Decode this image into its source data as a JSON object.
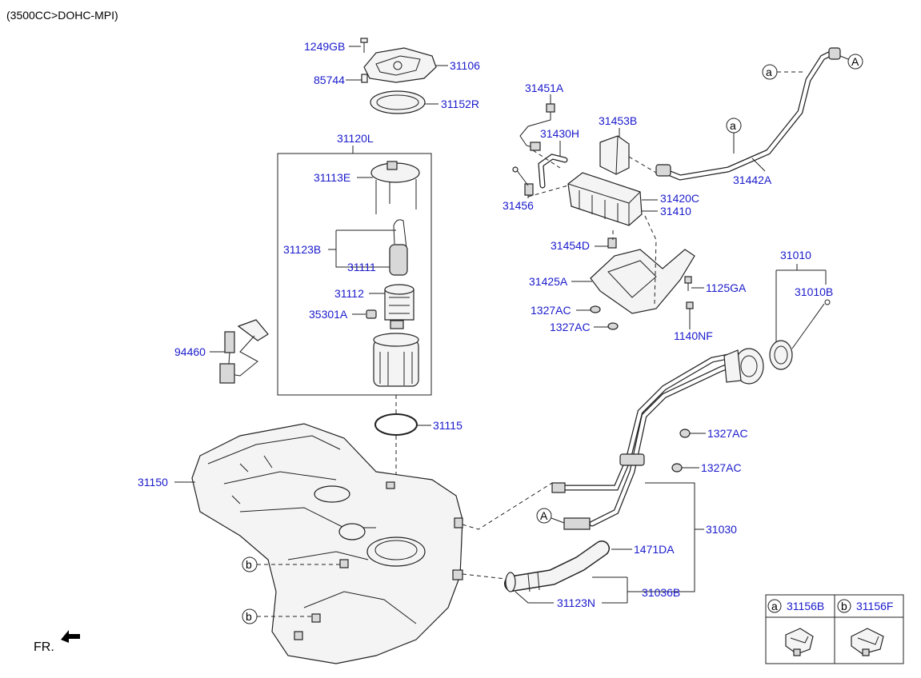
{
  "header": "(3500CC>DOHC-MPI)",
  "front_indicator": "FR.",
  "labels": {
    "p1249GB": "1249GB",
    "p85744": "85744",
    "p31106": "31106",
    "p31152R": "31152R",
    "p31120L": "31120L",
    "p31113E": "31113E",
    "p31123B": "31123B",
    "p31111": "31111",
    "p31112": "31112",
    "p35301A": "35301A",
    "p94460": "94460",
    "p31115": "31115",
    "p31150": "31150",
    "p31451A": "31451A",
    "p31430H": "31430H",
    "p31453B": "31453B",
    "p31456": "31456",
    "p31420C": "31420C",
    "p31410": "31410",
    "p31442A": "31442A",
    "p31454D": "31454D",
    "p31425A": "31425A",
    "p1327AC_1": "1327AC",
    "p1327AC_2": "1327AC",
    "p1125GA": "1125GA",
    "p1140NF": "1140NF",
    "p31010": "31010",
    "p31010B": "31010B",
    "p1327AC_3": "1327AC",
    "p1327AC_4": "1327AC",
    "p31030": "31030",
    "p1471DA": "1471DA",
    "p31036B": "31036B",
    "p31123N": "31123N"
  },
  "callouts": {
    "a": "a",
    "b": "b",
    "A": "A"
  },
  "legend": {
    "a_letter": "a",
    "a_part": "31156B",
    "b_letter": "b",
    "b_part": "31156F"
  }
}
